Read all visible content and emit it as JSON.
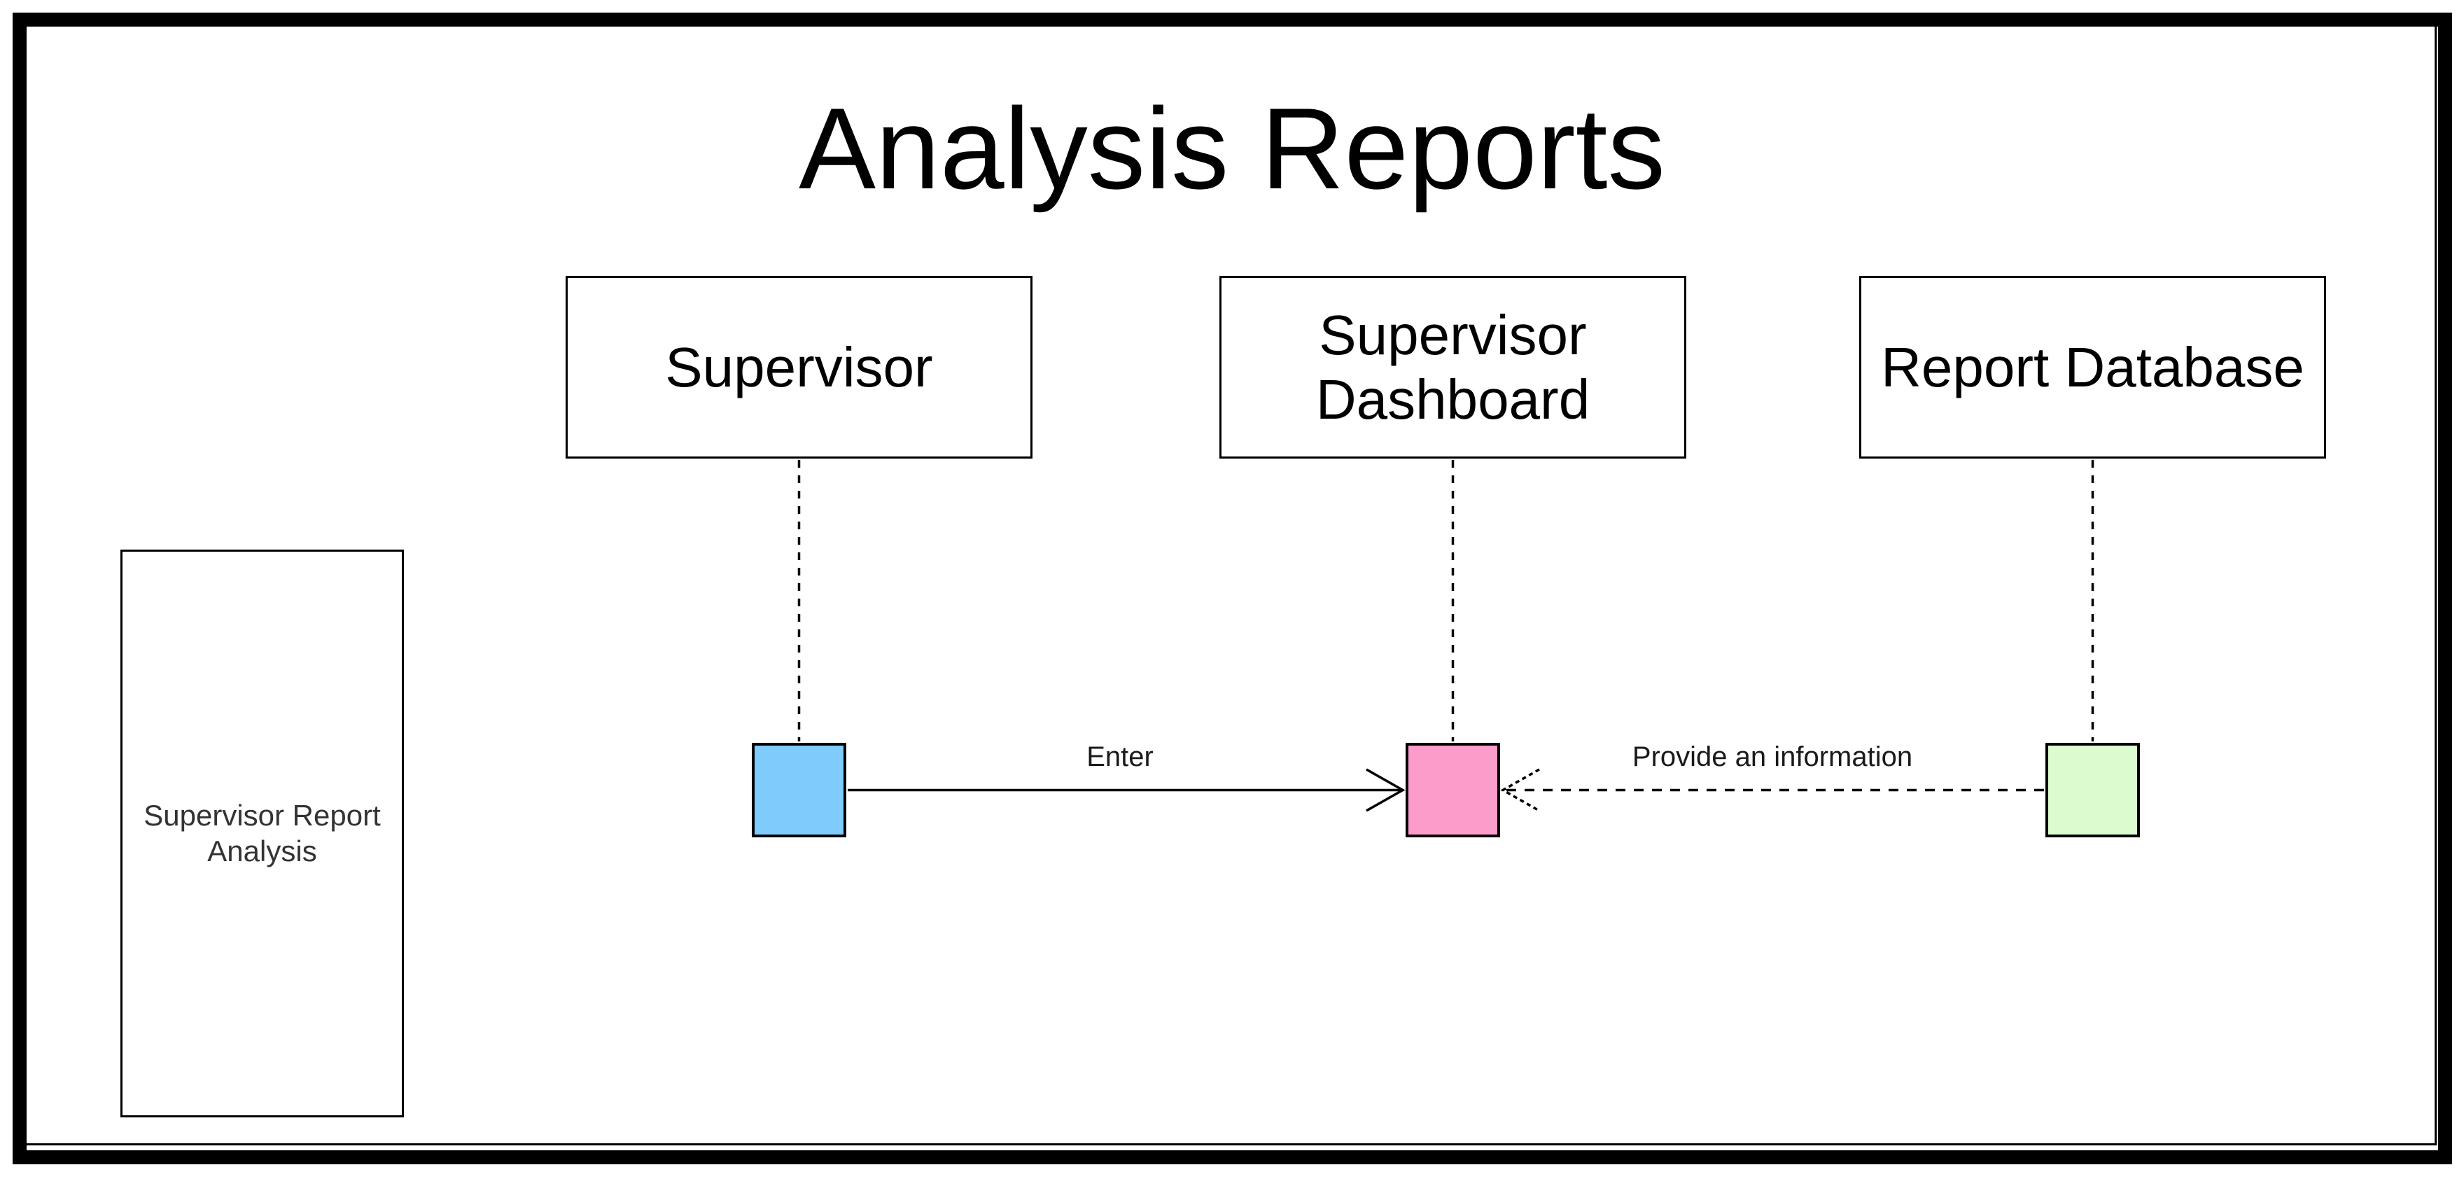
{
  "diagram": {
    "title": "Analysis Reports",
    "actors": [
      {
        "label": "Supervisor"
      },
      {
        "label": "Supervisor Dashboard"
      },
      {
        "label": "Report Database"
      }
    ],
    "note": {
      "label": "Supervisor Report Analysis"
    },
    "nodes": [
      {
        "name": "supervisor-activation",
        "color": "#7FCCFC"
      },
      {
        "name": "dashboard-activation",
        "color": "#FC9CCB"
      },
      {
        "name": "database-activation",
        "color": "#DCFCCF"
      }
    ],
    "messages": [
      {
        "label": "Enter",
        "style": "solid",
        "from": "Supervisor",
        "to": "Supervisor Dashboard"
      },
      {
        "label": "Provide an information",
        "style": "dashed",
        "from": "Report Database",
        "to": "Supervisor Dashboard"
      }
    ],
    "colors": {
      "line": "#000000",
      "background": "#FFFFFF"
    }
  }
}
